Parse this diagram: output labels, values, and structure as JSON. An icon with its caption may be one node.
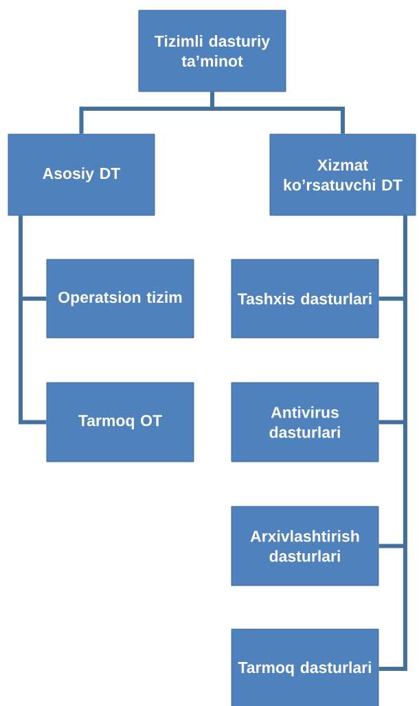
{
  "diagram": {
    "nodes": [
      {
        "text": [
          "Tizimli dasturiy ta’minot"
        ]
      },
      {
        "text": [
          "Asosiy DT"
        ]
      },
      {
        "text": [
          "Xizmat ko’rsatuvchi DT"
        ]
      },
      {
        "text": [
          "Operatsion tizim"
        ]
      },
      {
        "text": [
          "Tarmoq OT"
        ]
      },
      {
        "text": [
          "Tashxis dasturlari"
        ]
      },
      {
        "text": [
          "Antivirus dasturlari"
        ]
      },
      {
        "text": [
          "Arxivlashtirish dasturlari"
        ]
      },
      {
        "text": [
          "Tarmoq dasturlari"
        ]
      }
    ],
    "edges": [
      {
        "from": 0,
        "to": 1,
        "arrow": "none"
      },
      {
        "from": 0,
        "to": 2,
        "arrow": "none"
      },
      {
        "from": 1,
        "to": 3,
        "arrow": "none"
      },
      {
        "from": 1,
        "to": 4,
        "arrow": "none"
      },
      {
        "from": 2,
        "to": 5,
        "arrow": "none"
      },
      {
        "from": 2,
        "to": 6,
        "arrow": "none"
      },
      {
        "from": 2,
        "to": 7,
        "arrow": "none"
      },
      {
        "from": 2,
        "to": 8,
        "arrow": "none"
      }
    ]
  }
}
